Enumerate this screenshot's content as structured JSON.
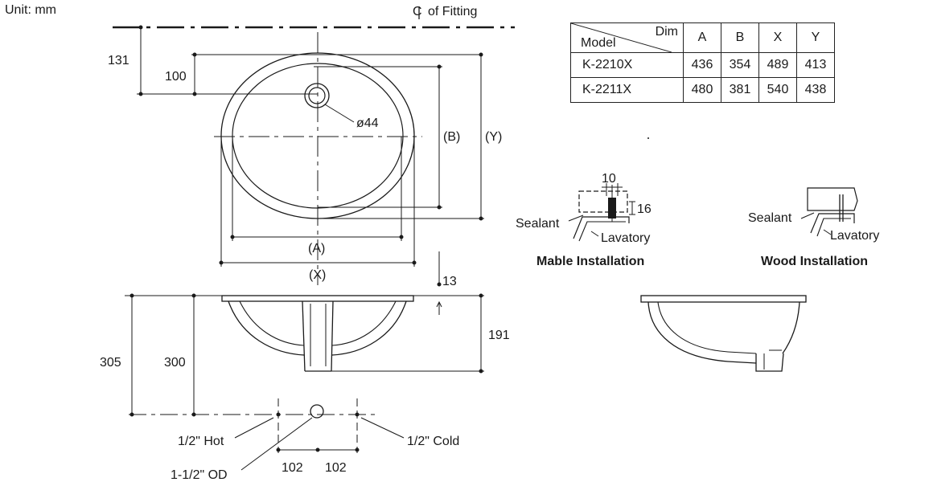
{
  "unit_label": "Unit: mm",
  "centerline_label": "of Fitting",
  "table": {
    "header_model": "Model",
    "header_dim": "Dim",
    "columns": [
      "A",
      "B",
      "X",
      "Y"
    ],
    "rows": [
      {
        "model": "K-2210X",
        "values": [
          "436",
          "354",
          "489",
          "413"
        ]
      },
      {
        "model": "K-2211X",
        "values": [
          "480",
          "381",
          "540",
          "438"
        ]
      }
    ]
  },
  "top_view": {
    "dim_131": "131",
    "dim_100": "100",
    "dim_hole": "ø44",
    "label_B": "(B)",
    "label_Y": "(Y)",
    "label_A": "(A)",
    "label_X": "(X)",
    "dim_13": "13"
  },
  "side_view": {
    "dim_305": "305",
    "dim_300": "300",
    "dim_191": "191",
    "label_hot": "1/2\" Hot",
    "label_cold": "1/2\" Cold",
    "label_od": "1-1/2\" OD",
    "dim_102_left": "102",
    "dim_102_right": "102"
  },
  "marble": {
    "title": "Mable Installation",
    "dim_10": "10",
    "dim_16": "16",
    "sealant": "Sealant",
    "lavatory": "Lavatory"
  },
  "wood": {
    "title": "Wood Installation",
    "sealant": "Sealant",
    "lavatory": "Lavatory"
  }
}
